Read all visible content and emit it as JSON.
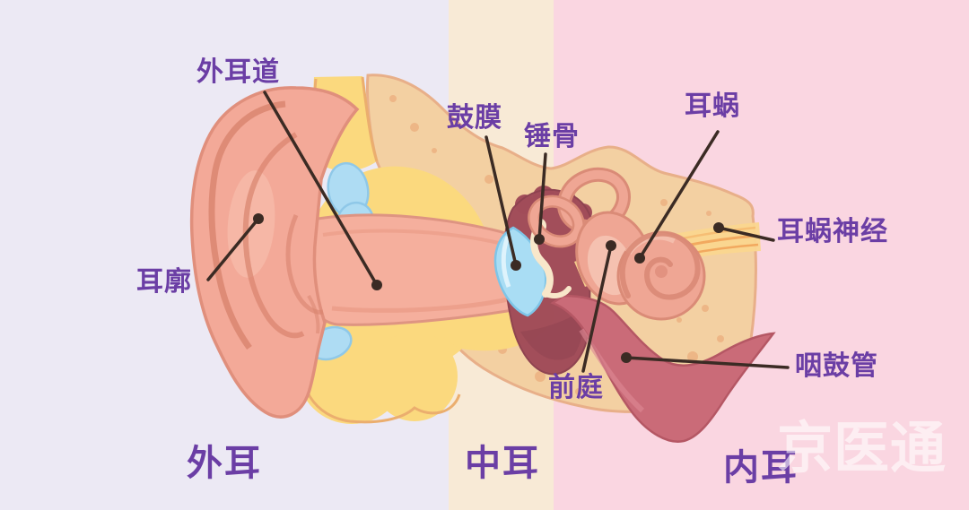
{
  "watermark": "京医通",
  "sections": [
    {
      "id": "outer-ear",
      "label": "外耳",
      "bg_color": "#ECE9F4"
    },
    {
      "id": "middle-ear",
      "label": "中耳",
      "bg_color": "#F8EAD6"
    },
    {
      "id": "inner-ear",
      "label": "内耳",
      "bg_color": "#FAD6E1"
    }
  ],
  "anatomy_labels": {
    "ear_canal": "外耳道",
    "auricle": "耳廓",
    "eardrum": "鼓膜",
    "malleus": "锤骨",
    "cochlea": "耳蜗",
    "cochlear_nerve": "耳蜗神经",
    "vestibule": "前庭",
    "eustachian_tube": "咽鼓管"
  },
  "style_colors": {
    "label_text": "#6B3EA5",
    "leader_line": "#3B2B24",
    "pinna": "#F3A998",
    "cartilage_yellow": "#FBD97E",
    "air_cell_blue": "#AEDCF3",
    "temporal_bone": "#F3D0A2",
    "tympanic_cavity": "#A14C59",
    "eustachian_tube": "#CA6B78",
    "tympanic_membrane": "#A9DDF4",
    "inner_ear": "#EFA694",
    "nerve_band": "#FAD68F"
  }
}
